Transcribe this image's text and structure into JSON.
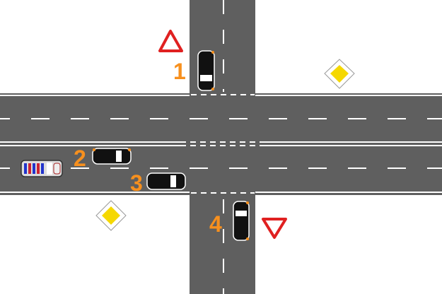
{
  "scene": {
    "colors": {
      "road": "#5f5f5f",
      "marking": "#ffffff",
      "number": "#f7901e",
      "sign_red": "#e02020",
      "sign_yellow": "#f5d800"
    },
    "vehicles": [
      {
        "label": "1",
        "direction": "down"
      },
      {
        "label": "2",
        "direction": "right"
      },
      {
        "label": "3",
        "direction": "right"
      },
      {
        "label": "4",
        "direction": "up"
      }
    ],
    "special_vehicle": {
      "type": "police-car",
      "direction": "right",
      "lights": "blue-red"
    },
    "signs": [
      {
        "type": "warning-triangle",
        "location": "top-left"
      },
      {
        "type": "priority-road",
        "location": "top-right"
      },
      {
        "type": "priority-road",
        "location": "bottom-left"
      },
      {
        "type": "yield",
        "location": "bottom-right"
      }
    ]
  }
}
